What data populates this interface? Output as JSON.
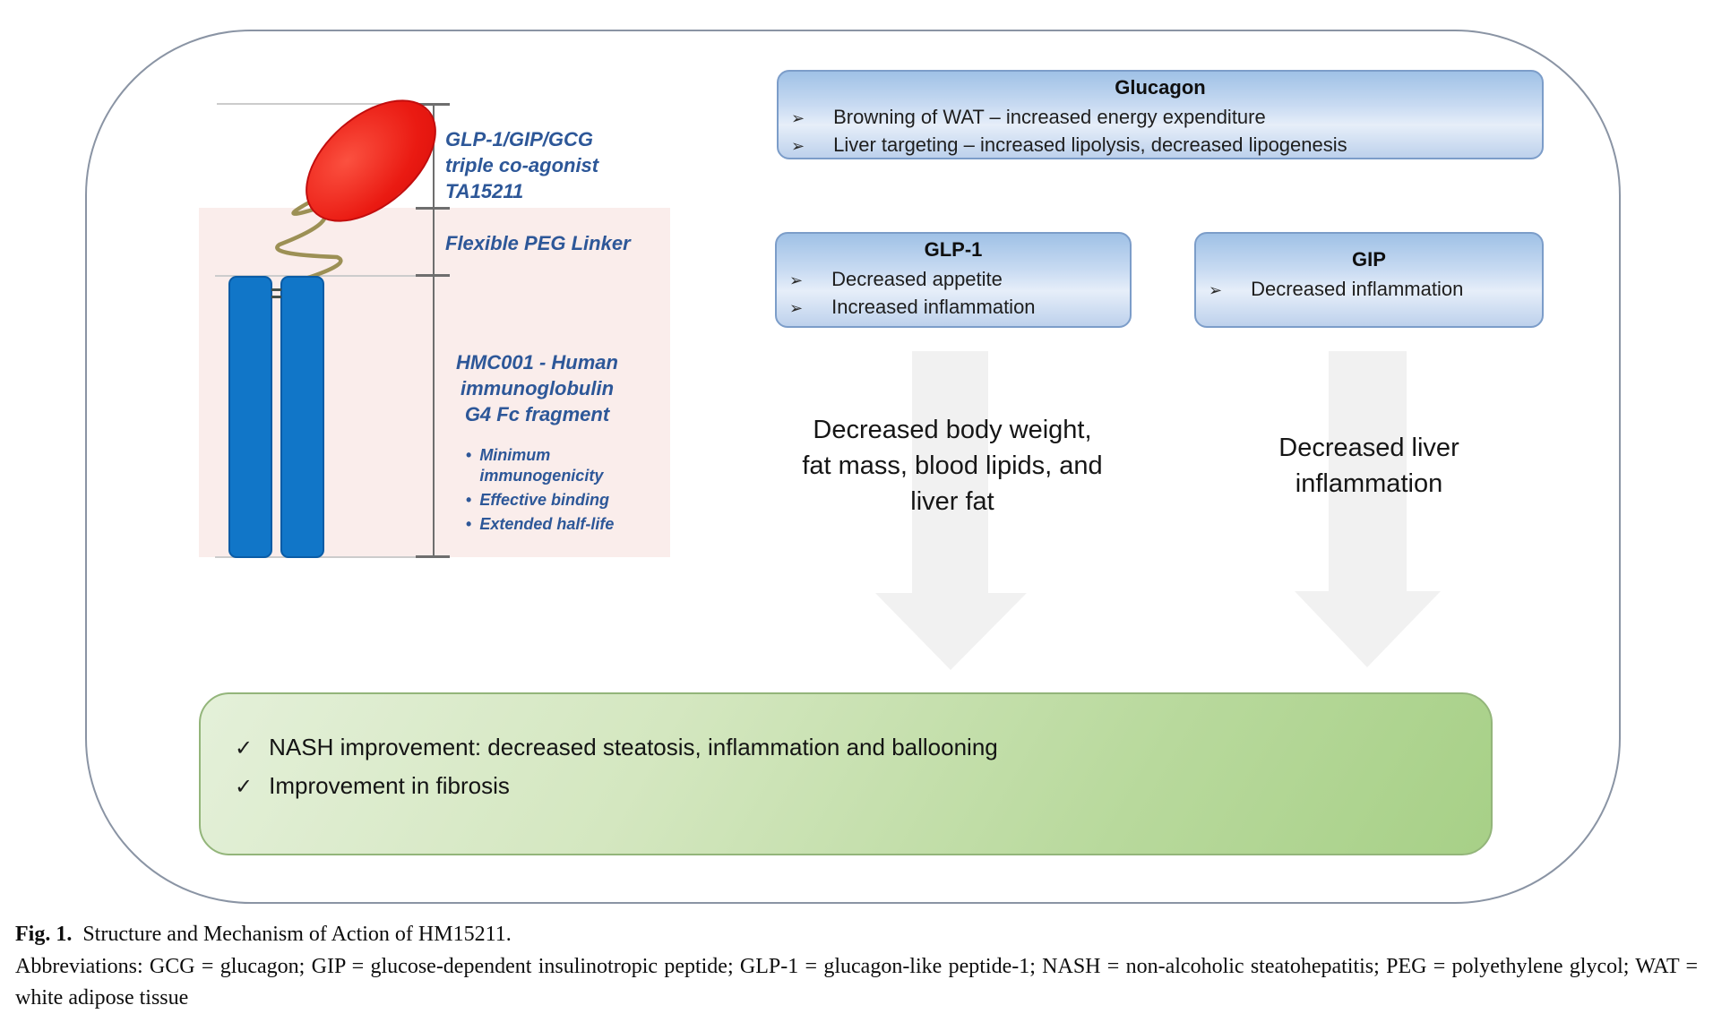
{
  "figure": {
    "molecule": {
      "peptide_label": "GLP-1/GIP/GCG\ntriple co-agonist\nTA15211",
      "linker_label": "Flexible PEG Linker",
      "fc_title": "HMC001 - Human\nimmunoglobulin\nG4 Fc fragment",
      "fc_bullets": [
        "Minimum immunogenicity",
        "Effective binding",
        "Extended half-life"
      ],
      "bullet_dot": "•"
    },
    "boxes": {
      "glucagon": {
        "title": "Glucagon",
        "bullets": [
          "Browning of WAT – increased energy expenditure",
          "Liver targeting – increased lipolysis, decreased lipogenesis"
        ]
      },
      "glp1": {
        "title": "GLP-1",
        "bullets": [
          "Decreased appetite",
          "Increased inflammation"
        ]
      },
      "gip": {
        "title": "GIP",
        "bullets": [
          "Decreased inflammation"
        ]
      },
      "bullet_glyph": "➢"
    },
    "arrows": {
      "left_text": "Decreased body weight,\nfat mass, blood lipids, and\nliver fat",
      "right_text": "Decreased liver\ninflammation"
    },
    "outcome": {
      "check_glyph": "✓",
      "items": [
        "NASH improvement: decreased steatosis, inflammation and ballooning",
        "Improvement in fibrosis"
      ]
    }
  },
  "caption": {
    "fig_label": "Fig. 1.",
    "fig_title": "Structure and Mechanism of Action of HM15211.",
    "abbreviations": "Abbreviations: GCG = glucagon; GIP = glucose-dependent insulinotropic peptide; GLP-1 = glucagon-like peptide-1; NASH = non-alcoholic steatohepatitis; PEG = polyethylene glycol; WAT = white adipose tissue"
  },
  "colors": {
    "peptide_red": "#ea1a12",
    "fc_blue": "#1176c8",
    "linker_olive": "#9c9055",
    "label_blue": "#2d5798",
    "box_blue_border": "#7c9dc9",
    "outcome_green_border": "#93b57a",
    "arrow_gray": "#f1f1f1",
    "structure_bg_pink": "#faedeb"
  }
}
